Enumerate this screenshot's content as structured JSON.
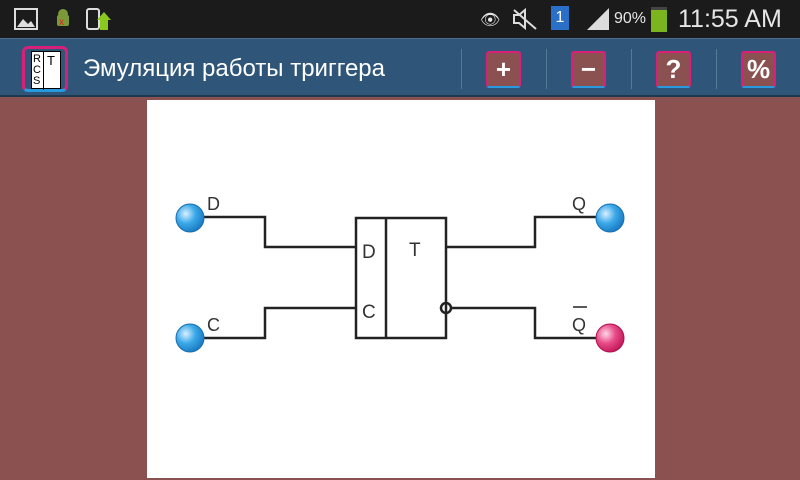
{
  "status_bar": {
    "battery": "90%",
    "time": "11:55 AM",
    "sim_slot": "1",
    "icons": [
      "gallery-icon",
      "android-debug-icon",
      "phone-update-icon",
      "eye-icon",
      "mute-icon",
      "sim-icon",
      "signal-icon",
      "battery-icon"
    ]
  },
  "toolbar": {
    "title": "Эмуляция работы триггера",
    "logo_letters": {
      "left": "RCS",
      "right": "T"
    },
    "buttons": [
      {
        "label": "+",
        "name": "zoom-in"
      },
      {
        "label": "−",
        "name": "zoom-out"
      },
      {
        "label": "?",
        "name": "help"
      },
      {
        "label": "%",
        "name": "percent"
      }
    ]
  },
  "circuit": {
    "block_label": "T",
    "inputs": [
      {
        "label": "D",
        "pin": "D",
        "state_color": "#2a9ae0"
      },
      {
        "label": "C",
        "pin": "C",
        "state_color": "#2a9ae0"
      }
    ],
    "outputs": [
      {
        "label": "Q",
        "state_color": "#2a9ae0"
      },
      {
        "label": "Q",
        "inverted": true,
        "state_color": "#d8206a"
      }
    ]
  }
}
